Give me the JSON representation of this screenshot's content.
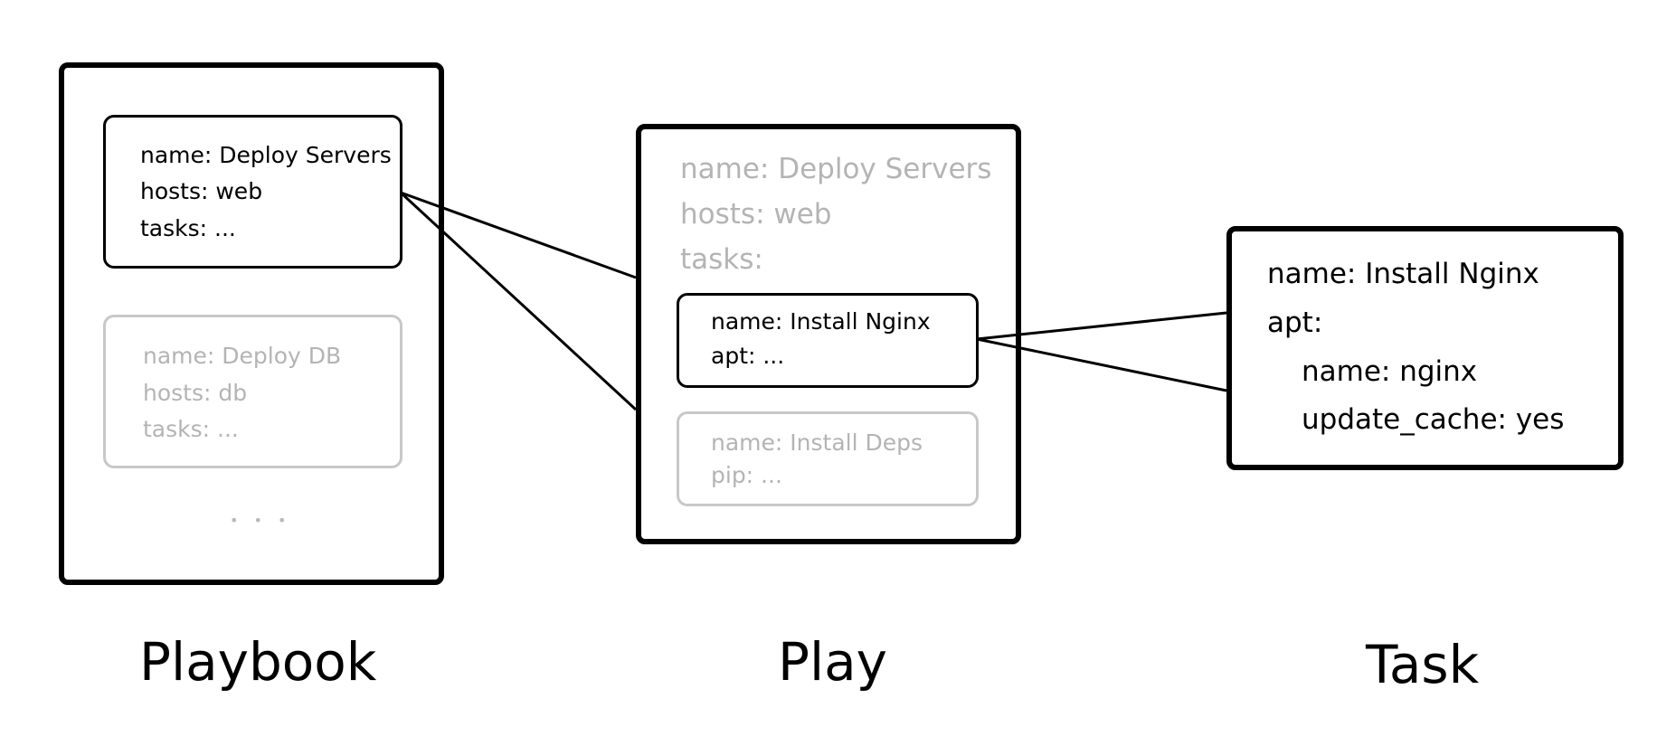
{
  "playbook": {
    "caption": "Playbook",
    "play_active": {
      "name": "name: Deploy Servers",
      "hosts": "hosts: web",
      "tasks": "tasks: ..."
    },
    "play_faded": {
      "name": "name: Deploy DB",
      "hosts": "hosts: db",
      "tasks": "tasks: ..."
    },
    "more": "• • •"
  },
  "play": {
    "caption": "Play",
    "name": "name: Deploy Servers",
    "hosts": "hosts: web",
    "tasks": "tasks:",
    "task_active": {
      "name": "name: Install Nginx",
      "module": "apt: ..."
    },
    "task_faded": {
      "name": "name: Install Deps",
      "module": "pip: ..."
    }
  },
  "task": {
    "caption": "Task",
    "name": "name: Install Nginx",
    "module": "apt:",
    "arg_name": "name: nginx",
    "arg_update_cache": "update_cache: yes"
  },
  "colors": {
    "active": "#000000",
    "faded_text": "#b4b4b4",
    "faded_border": "#c8c8c8"
  }
}
